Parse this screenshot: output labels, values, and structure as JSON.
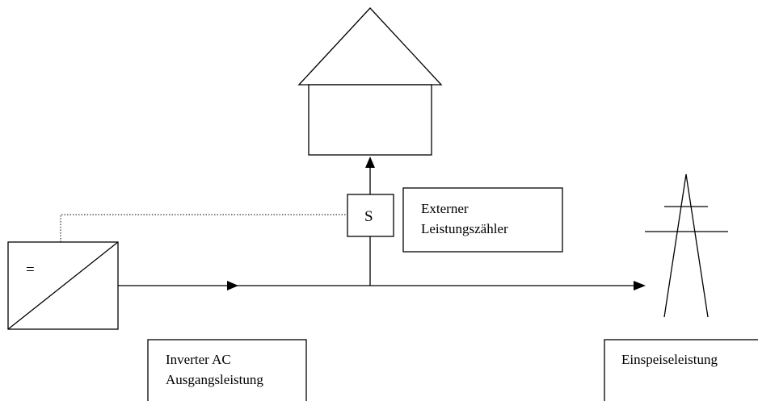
{
  "inverter": {
    "symbol": "="
  },
  "meter": {
    "symbol": "S"
  },
  "labels": {
    "meter_line1": "Externer",
    "meter_line2": "Leistungszähler",
    "inverter_line1": "Inverter AC",
    "inverter_line2": "Ausgangsleistung",
    "grid": "Einspeiseleistung"
  }
}
